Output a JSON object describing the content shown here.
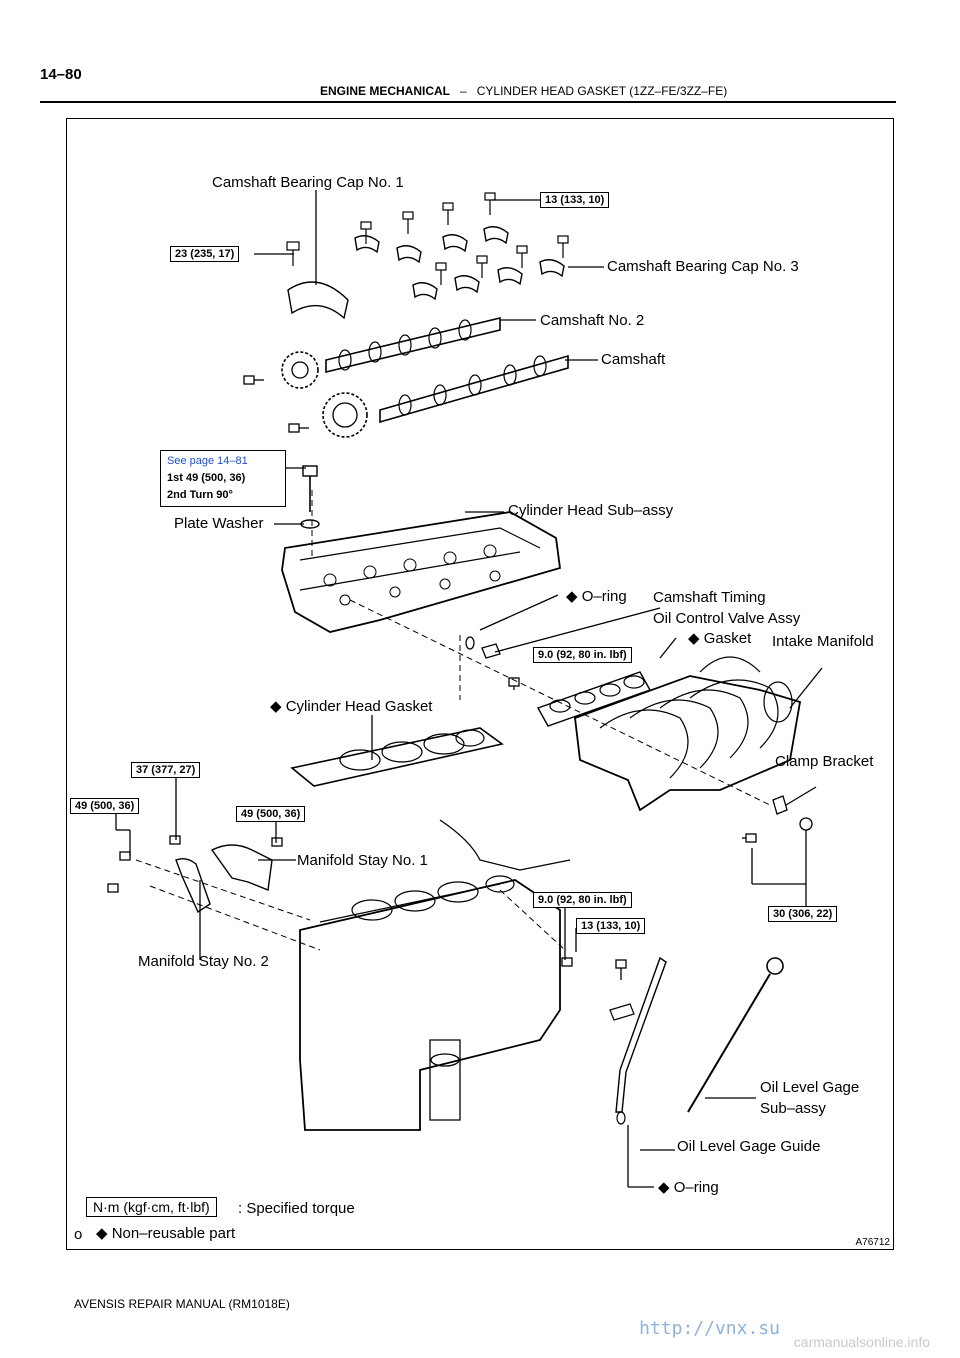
{
  "header": {
    "page_number": "14–80",
    "section": "ENGINE MECHANICAL",
    "separator": "–",
    "subsection": "CYLINDER HEAD GASKET (1ZZ–FE/3ZZ–FE)"
  },
  "torque_boxes": {
    "cap_no3_bolt": "13 (133, 10)",
    "cap_no1_bolt": "23 (235, 17)",
    "see_page": "See page 14–81",
    "head_bolt_1st": "1st 49 (500, 36)",
    "head_bolt_2nd": "2nd Turn 90°",
    "manifold_bolt": "9.0 (92, 80 in. lbf)",
    "stay2_bolt_a": "37 (377, 27)",
    "stay2_bolt_b": "49 (500, 36)",
    "stay1_bolt": "49 (500, 36)",
    "block_bolt": "9.0 (92, 80 in. lbf)",
    "gage_guide_bolt": "13 (133, 10)",
    "clamp_bolt": "30 (306, 22)"
  },
  "labels": {
    "camshaft_bearing_cap_no1": "Camshaft Bearing Cap No. 1",
    "camshaft_bearing_cap_no3": "Camshaft Bearing Cap No. 3",
    "camshaft_no2": "Camshaft No. 2",
    "camshaft": "Camshaft",
    "plate_washer": "Plate Washer",
    "cylinder_head_sub_assy": "Cylinder Head Sub–assy",
    "o_ring_valve": "O–ring",
    "timing_valve_line1": "Camshaft Timing",
    "timing_valve_line2": "Oil Control Valve Assy",
    "gasket": "Gasket",
    "intake_manifold": "Intake Manifold",
    "cylinder_head_gasket": "Cylinder Head Gasket",
    "clamp_bracket": "Clamp Bracket",
    "manifold_stay_no1": "Manifold Stay No. 1",
    "manifold_stay_no2": "Manifold Stay No. 2",
    "oil_level_gage_line1": "Oil Level Gage",
    "oil_level_gage_line2": "Sub–assy",
    "oil_level_gage_guide": "Oil Level Gage Guide",
    "o_ring_guide": "O–ring"
  },
  "legend": {
    "torque_unit": "N·m (kgf·cm, ft·lbf)",
    "torque_desc": ": Specified torque",
    "non_reusable": "Non–reusable part",
    "non_reusable_symbol": "◆",
    "bullet": "o"
  },
  "figure_number": "A76712",
  "footer": "AVENSIS REPAIR MANUAL   (RM1018E)",
  "watermarks": {
    "site": "http://vnx.su",
    "site2": "carmanualsonline.info"
  },
  "colors": {
    "link_blue": "#1a4fd6",
    "ink": "#000000"
  }
}
